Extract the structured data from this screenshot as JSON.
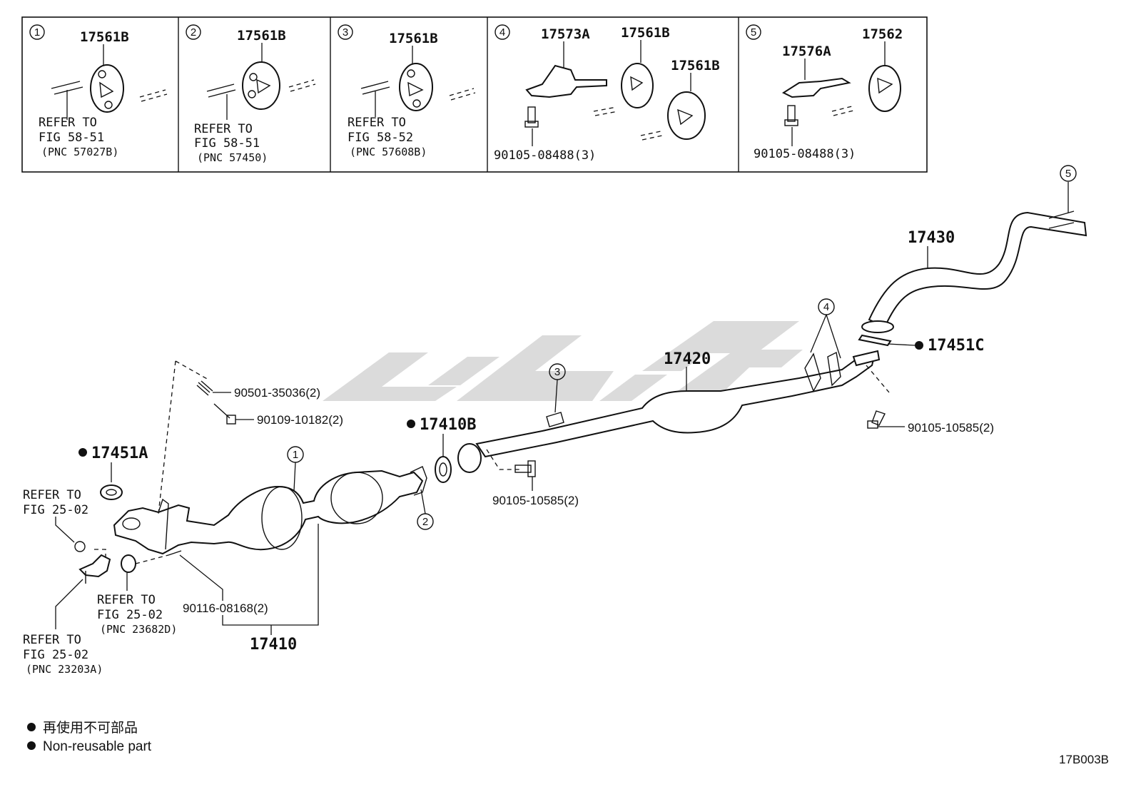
{
  "detail_boxes": [
    {
      "num": "1",
      "parts": [
        "17561B"
      ],
      "refer": [
        "REFER TO",
        "FIG 58-51"
      ],
      "pnc": "(PNC 57027B)"
    },
    {
      "num": "2",
      "parts": [
        "17561B"
      ],
      "refer": [
        "REFER TO",
        "FIG 58-51"
      ],
      "pnc": "(PNC 57450)"
    },
    {
      "num": "3",
      "parts": [
        "17561B"
      ],
      "refer": [
        "REFER TO",
        "FIG 58-52"
      ],
      "pnc": "(PNC 57608B)"
    },
    {
      "num": "4",
      "parts": [
        "17573A",
        "17561B",
        "17561B"
      ],
      "bolt": "90105-08488(3)"
    },
    {
      "num": "5",
      "parts": [
        "17576A",
        "17562"
      ],
      "bolt": "90105-08488(3)"
    }
  ],
  "main": {
    "callouts": {
      "c1": "1",
      "c2": "2",
      "c3": "3",
      "c4": "4",
      "c5": "5"
    },
    "parts": {
      "p17430": "17430",
      "p17451C": "17451C",
      "p17420": "17420",
      "p90105_10585_right": "90105-10585(2)",
      "p17410B": "17410B",
      "p90501": "90501-35036(2)",
      "p90109": "90109-10182(2)",
      "p17451A": "17451A",
      "p90105_10585_mid": "90105-10585(2)",
      "p90116": "90116-08168(2)",
      "p17410": "17410"
    },
    "refs": {
      "left_top": [
        "REFER TO",
        "FIG 25-02"
      ],
      "middle": [
        "REFER TO",
        "FIG 25-02"
      ],
      "middle_pnc": "(PNC 23682D)",
      "bottom": [
        "REFER TO",
        "FIG 25-02"
      ],
      "bottom_pnc": "(PNC 23203A)"
    }
  },
  "legend": {
    "line_jp": "再使用不可部品",
    "line_en": "Non-reusable part"
  },
  "diagram_code": "17B003B",
  "colors": {
    "line": "#111111",
    "watermark": "#cfcfcf"
  }
}
